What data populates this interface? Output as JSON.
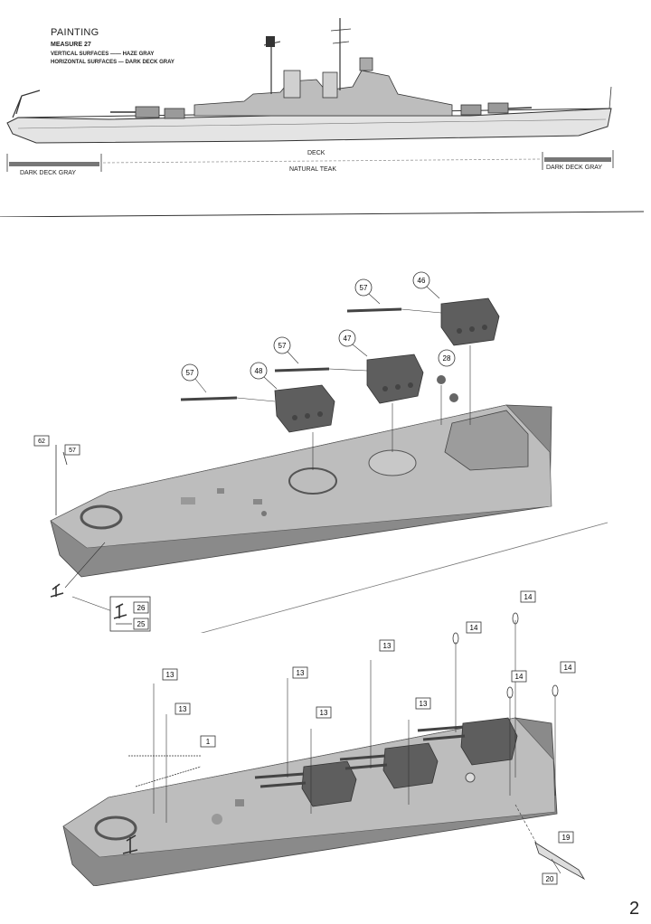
{
  "painting": {
    "title": "PAINTING",
    "measure": "MEASURE 27",
    "vertical_label": "VERTICAL SURFACES —— HAZE GRAY",
    "horizontal_label": "HORIZONTAL SURFACES — DARK DECK GRAY"
  },
  "deck": {
    "title": "DECK",
    "left_label": "DARK DECK GRAY",
    "middle_label": "NATURAL TEAK",
    "right_label": "DARK DECK GRAY"
  },
  "step1": {
    "callouts": [
      "57",
      "46",
      "57",
      "47",
      "28",
      "57",
      "48",
      "62",
      "57",
      "26",
      "25"
    ]
  },
  "step2": {
    "callouts": [
      "14",
      "14",
      "13",
      "13",
      "13",
      "13",
      "14",
      "14",
      "13",
      "13",
      "1",
      "19",
      "20"
    ]
  },
  "page_number": "2",
  "colors": {
    "hull": "#7e7e7e",
    "deck": "#b9b9b9",
    "turret": "#5e5e5e",
    "line": "#333333"
  }
}
